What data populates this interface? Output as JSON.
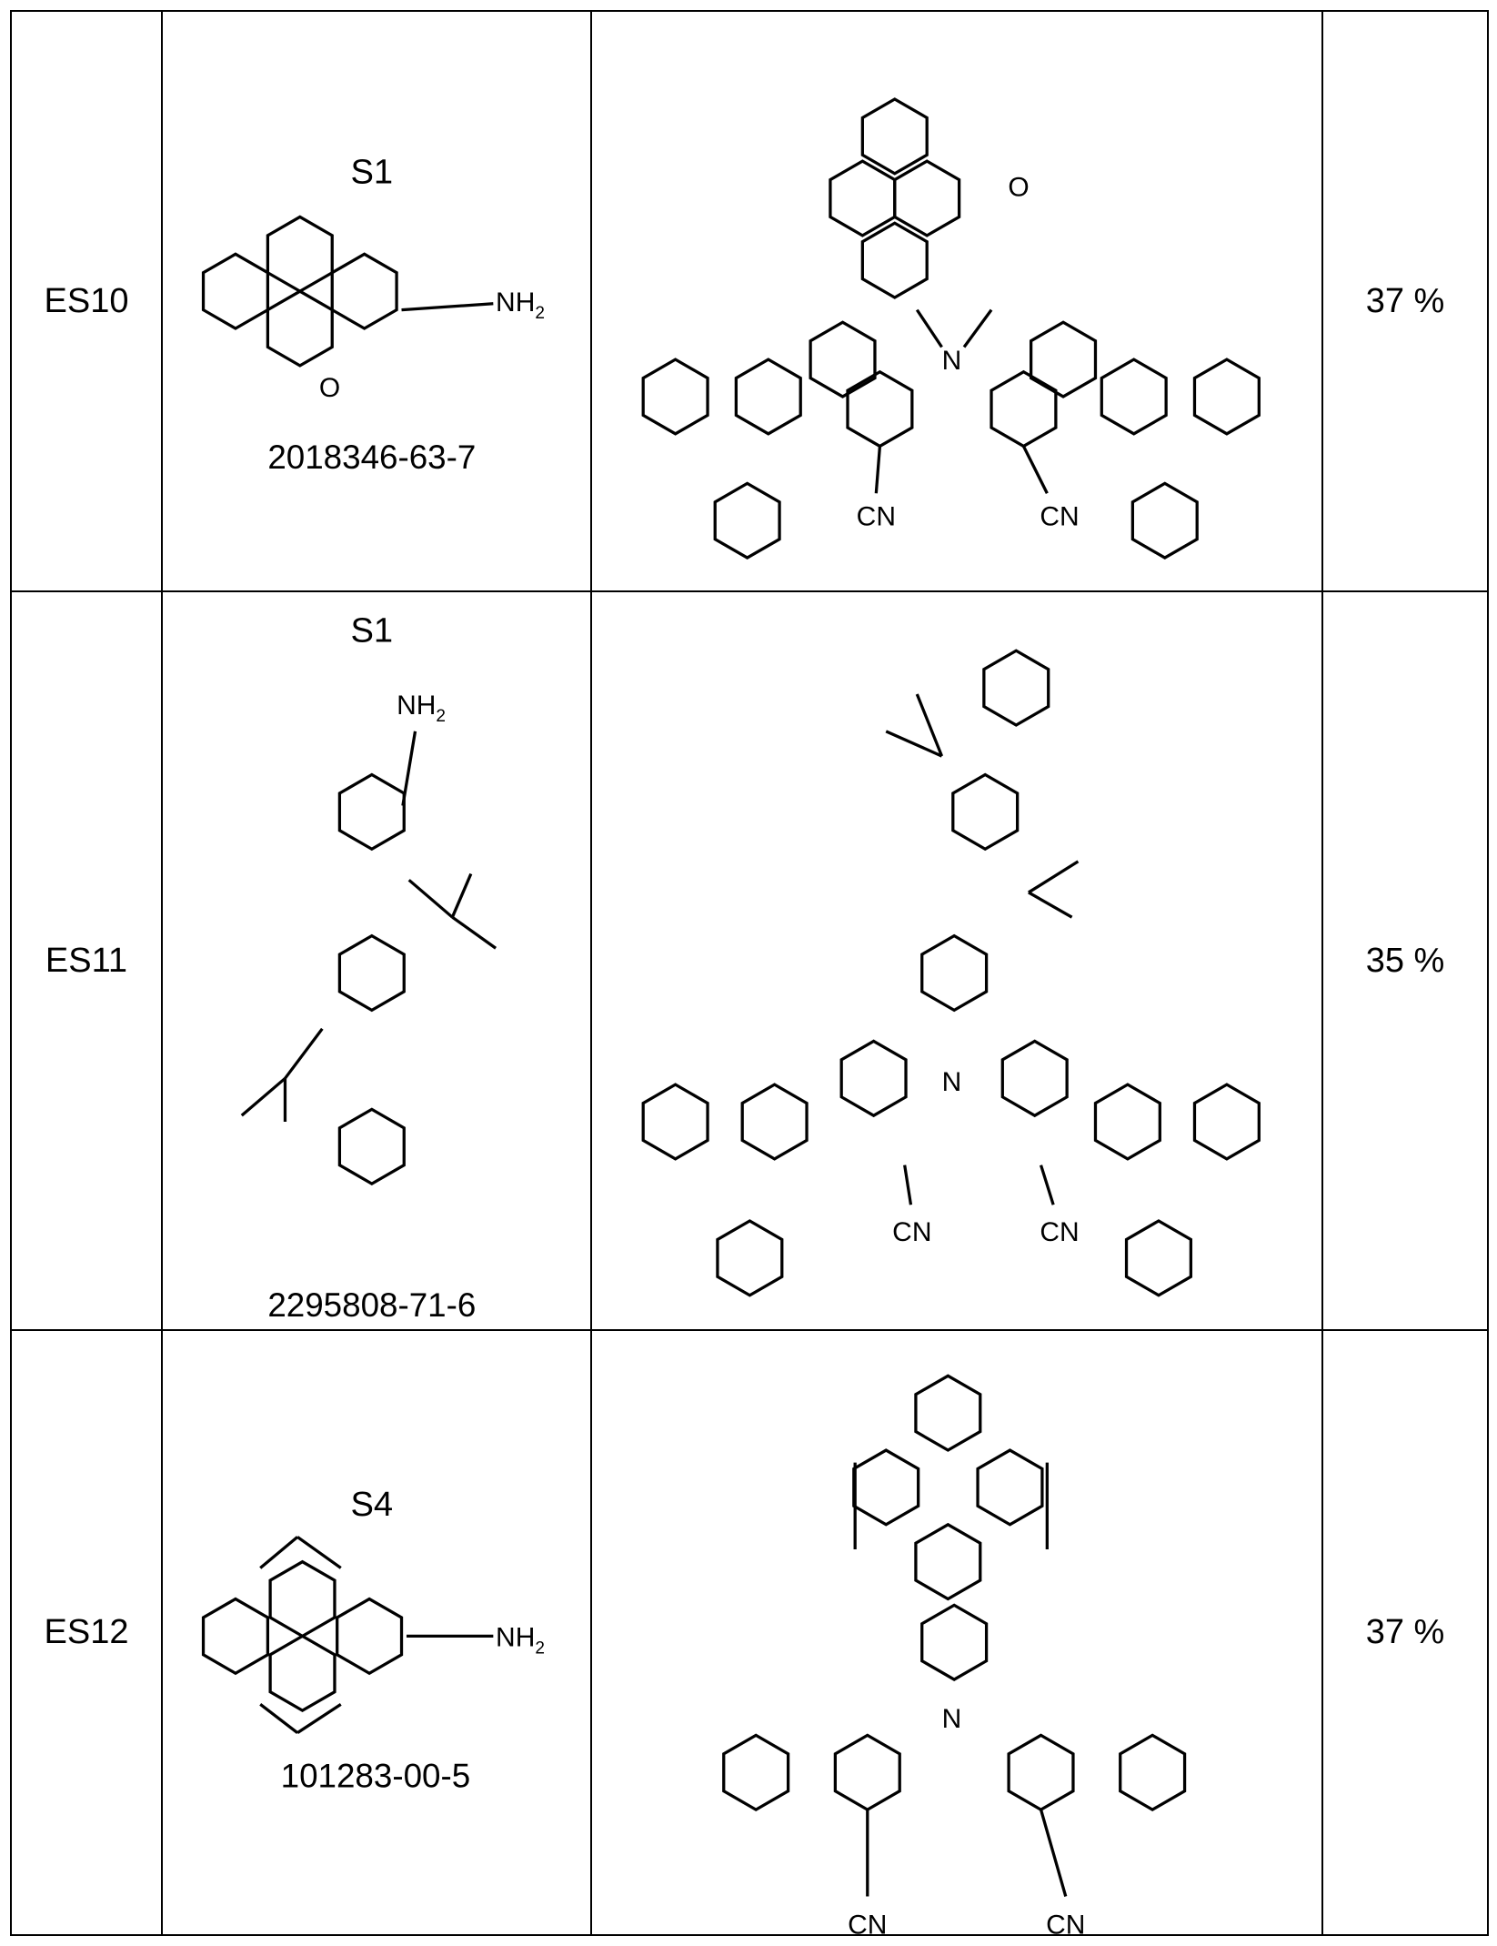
{
  "rows": [
    {
      "example": "ES10",
      "reactant_label": "S1",
      "cas": "2018346-63-7",
      "yield": "37 %",
      "atoms": {
        "amine": "NH",
        "amine_sub": "2",
        "oxygen": "O",
        "product_oxygen": "O",
        "nitrogen": "N",
        "cn_left": "CN",
        "cn_right": "CN"
      }
    },
    {
      "example": "ES11",
      "reactant_label": "S1",
      "cas": "2295808-71-6",
      "yield": "35 %",
      "atoms": {
        "amine": "NH",
        "amine_sub": "2",
        "nitrogen": "N",
        "cn_left": "CN",
        "cn_right": "CN"
      }
    },
    {
      "example": "ES12",
      "reactant_label": "S4",
      "cas": "101283-00-5",
      "yield": "37 %",
      "atoms": {
        "amine": "NH",
        "amine_sub": "2",
        "nitrogen": "N",
        "cn_left": "CN",
        "cn_right": "CN"
      }
    }
  ]
}
